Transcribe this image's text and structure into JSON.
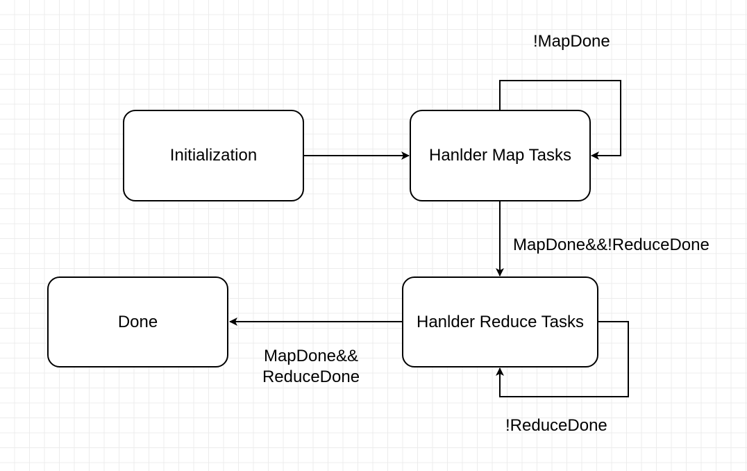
{
  "diagram": {
    "nodes": {
      "initialization": "Initialization",
      "map_tasks": "Hanlder Map Tasks",
      "reduce_tasks": "Hanlder Reduce Tasks",
      "done": "Done"
    },
    "edges": {
      "map_loop": "!MapDone",
      "map_to_reduce": "MapDone&&!ReduceDone",
      "reduce_to_done_line1": "MapDone&&",
      "reduce_to_done_line2": "ReduceDone",
      "reduce_loop": "!ReduceDone"
    },
    "colors": {
      "stroke": "#000000",
      "background": "#ffffff",
      "grid": "#dcdcdc"
    }
  }
}
